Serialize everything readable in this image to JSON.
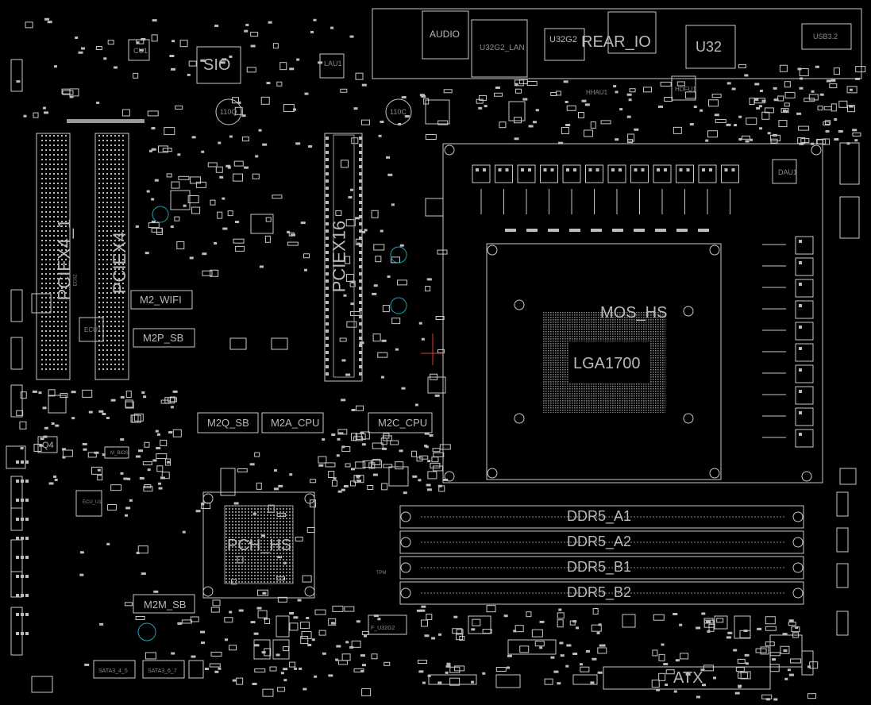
{
  "colors": {
    "background": "#000000",
    "outline": "#c8c8c8",
    "text": "#b9b9b9",
    "accent_cyan": "#1fa3b0",
    "accent_red": "#d43c3c"
  },
  "slots": {
    "pcie16": "PCIEX16",
    "pcie4_1": "PCIEX4_1",
    "pcie4_2": "PCIEX4",
    "m2_wifi": "M2_WIFI",
    "m2p_sb": "M2P_SB",
    "m2q_sb": "M2Q_SB",
    "m2a_cpu": "M2A_CPU",
    "m2c_cpu": "M2C_CPU",
    "m2m_sb": "M2M_SB"
  },
  "cpu": {
    "socket": "LGA1700",
    "heatsink": "MOS_HS"
  },
  "memory": [
    "DDR5_A1",
    "DDR5_A2",
    "DDR5_B1",
    "DDR5_B2"
  ],
  "chips": {
    "sio": "SIO",
    "pch": "PCH_HS",
    "rear_io": "REAR_IO",
    "audio": "AUDIO",
    "usb_lan": "U32G2_LAN",
    "u32g2": "U32G2",
    "u32": "U32",
    "usb32": "USB3.2",
    "lau1": "LAU1",
    "cu1": "CU1",
    "dau1": "DAU1",
    "hdfu1": "HDFU1",
    "hhau1": "HHAU1",
    "ecu1": "ECU1",
    "q4": "Q4",
    "atx": "ATX",
    "coil_110q": "110Q",
    "coil_110c": "110C",
    "f_u32g2": "F_U32G2"
  },
  "small_labels": {
    "tpm": "TPM",
    "ec02": "EC02",
    "ecu1b": "ECU_U1",
    "sata_a": "SATA3_4_5",
    "sata_b": "SATA3_6_7",
    "m_bios": "M_BIOS"
  }
}
